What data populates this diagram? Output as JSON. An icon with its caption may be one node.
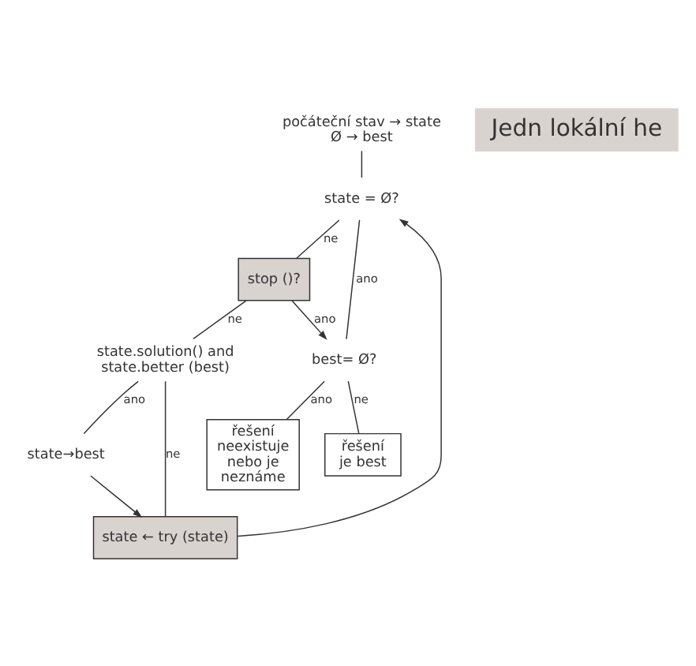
{
  "diagram": {
    "nodes": [
      {
        "text": [
          "počáteční stav → state",
          "Ø → best"
        ]
      },
      {
        "text": [
          "Jedn lokální he"
        ]
      },
      {
        "text": [
          "state = Ø?"
        ]
      },
      {
        "text": [
          "stop ()?"
        ]
      },
      {
        "text": [
          "state.solution() and state.better (best)"
        ]
      },
      {
        "text": [
          "state→best"
        ]
      },
      {
        "text": [
          "state ← try (state)"
        ]
      },
      {
        "text": [
          "best= Ø?"
        ]
      },
      {
        "text": [
          "řešení neexistuje nebo je neznáme"
        ]
      },
      {
        "text": [
          "řešení je best"
        ]
      }
    ],
    "edges": [
      {
        "from": 0,
        "to": 2,
        "arrow": "none"
      },
      {
        "from": 2,
        "to": 3,
        "label": "ne",
        "arrow": "none"
      },
      {
        "from": 2,
        "to": 7,
        "label": "ano",
        "arrow": "none"
      },
      {
        "from": 3,
        "to": 4,
        "label": "ne",
        "arrow": "none"
      },
      {
        "from": 3,
        "to": 7,
        "label": "ano",
        "arrow": "to"
      },
      {
        "from": 4,
        "to": 5,
        "label": "ano",
        "arrow": "none"
      },
      {
        "from": 4,
        "to": 6,
        "label": "ne",
        "arrow": "none"
      },
      {
        "from": 5,
        "to": 6,
        "arrow": "to"
      },
      {
        "from": 6,
        "to": 2,
        "arrow": "to"
      },
      {
        "from": 7,
        "to": 8,
        "label": "ano",
        "arrow": "none"
      },
      {
        "from": 7,
        "to": 9,
        "label": "ne",
        "arrow": "none"
      }
    ]
  }
}
